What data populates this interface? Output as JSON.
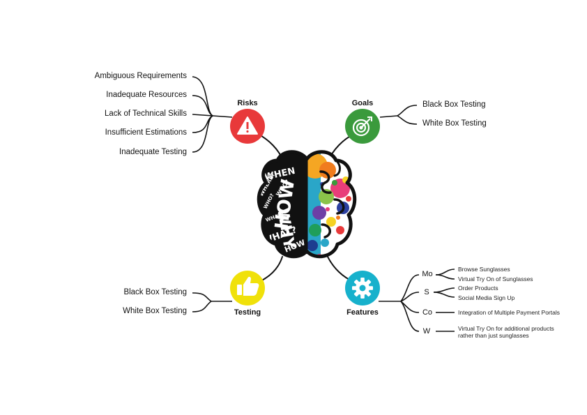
{
  "risks": {
    "title": "Risks",
    "color": "#e8393a",
    "items": [
      "Ambiguous Requirements",
      "Inadequate Resources",
      "Lack of Technical Skills",
      "Insufficient Estimations",
      "Inadequate Testing"
    ]
  },
  "goals": {
    "title": "Goals",
    "color": "#3a9a3c",
    "items": [
      "Black Box Testing",
      "White  Box Testing"
    ]
  },
  "testing": {
    "title": "Testing",
    "color": "#f0e10a",
    "items": [
      "Black Box Testing",
      "White  Box Testing"
    ]
  },
  "features": {
    "title": "Features",
    "color": "#17b1cc",
    "mo": {
      "label": "Mo",
      "items": [
        "Browse Sunglasses",
        "Virtual Try On of Sunglasses"
      ]
    },
    "s": {
      "label": "S",
      "items": [
        "Order Products",
        "Social Media Sign Up"
      ]
    },
    "co": {
      "label": "Co",
      "items": [
        "Integration of Multiple Payment Portals"
      ]
    },
    "w": {
      "label": "W",
      "items": [
        "Virtual Try On for additional products",
        "rather than just sunglasses"
      ]
    }
  },
  "brain": {
    "words": [
      "WHAT?",
      "HOW",
      "WHY",
      "WHERE?",
      "WHO?",
      "WHEN"
    ]
  },
  "icons": {
    "risks": "warning-icon",
    "goals": "target-icon",
    "testing": "thumbs-up-icon",
    "features": "gear-icon",
    "center": "brain-icon"
  }
}
